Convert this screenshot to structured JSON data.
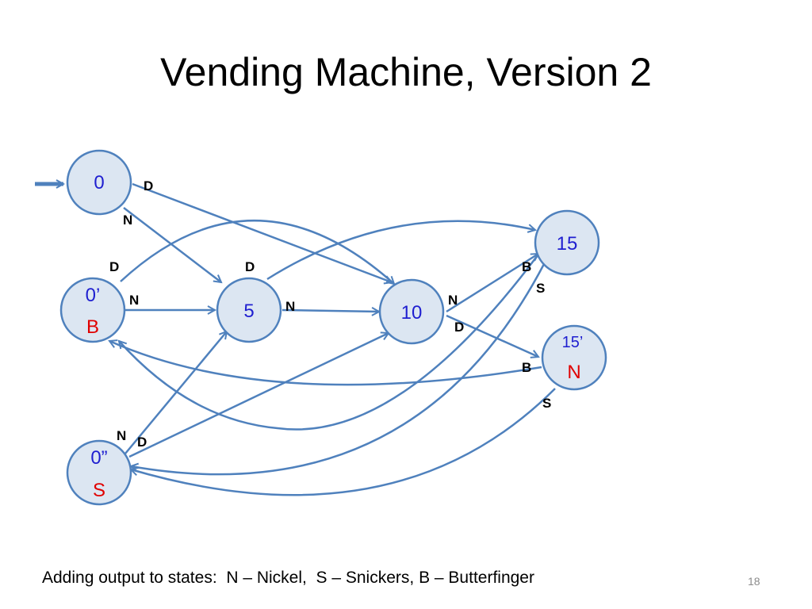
{
  "title": "Vending Machine, Version 2",
  "states": {
    "s0": {
      "name": "0",
      "output": ""
    },
    "s0b": {
      "name": "0’",
      "output": "B"
    },
    "s0s": {
      "name": "0”",
      "output": "S"
    },
    "s5": {
      "name": "5",
      "output": ""
    },
    "s10": {
      "name": "10",
      "output": ""
    },
    "s15": {
      "name": "15",
      "output": ""
    },
    "s15n": {
      "name": "15’",
      "output": "N"
    }
  },
  "edge_labels": {
    "s0_D": "D",
    "s0_N": "N",
    "s0b_D": "D",
    "s0b_N": "N",
    "s5_D": "D",
    "s5_N": "N",
    "s10_N": "N",
    "s10_D": "D",
    "s15_B": "B",
    "s15_S": "S",
    "s15n_B": "B",
    "s15n_S": "S",
    "s0s_N": "N",
    "s0s_D": "D"
  },
  "colors": {
    "node_fill": "#dce6f2",
    "node_stroke": "#4f81bd",
    "state_text": "#1f1fd0",
    "output_text": "#e00000"
  },
  "caption": "Adding output to states:  N – Nickel,  S – Snickers, B – Butterfinger",
  "page_number": "18"
}
